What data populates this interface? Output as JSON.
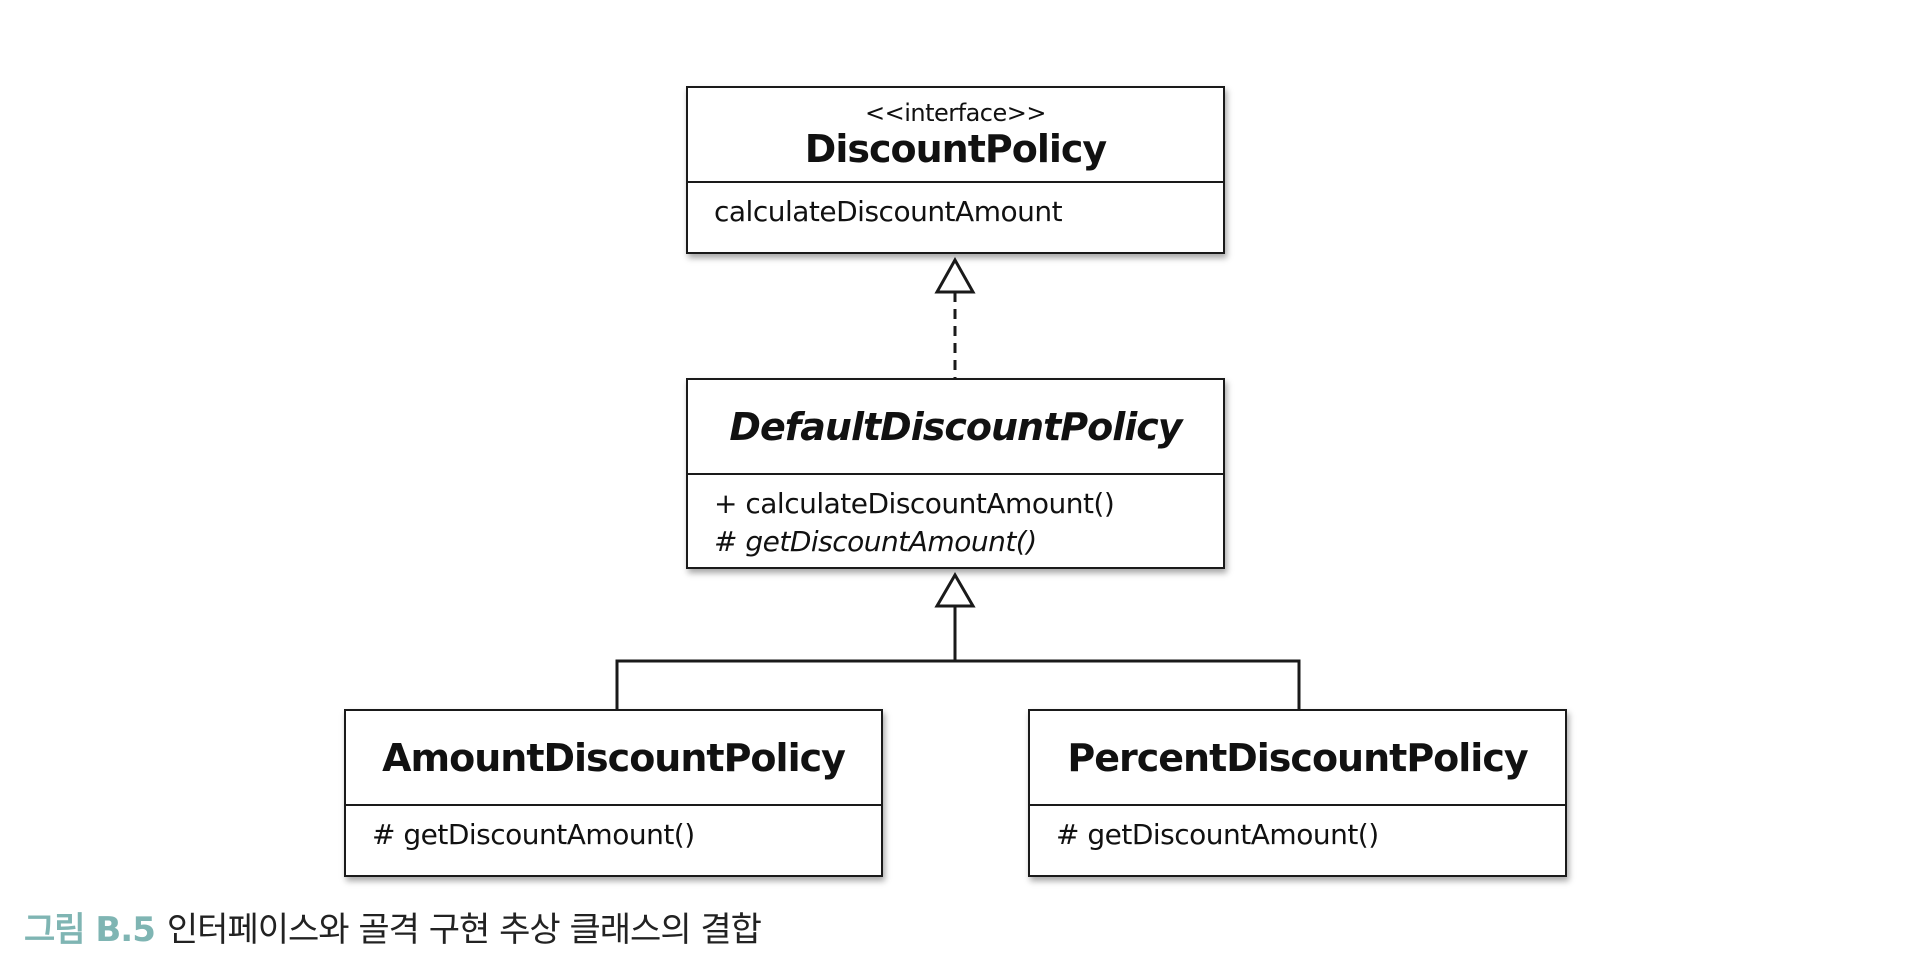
{
  "diagram": {
    "interface_box": {
      "stereotype": "<<interface>>",
      "name": "DiscountPolicy",
      "operations": [
        "calculateDiscountAmount"
      ]
    },
    "abstract_box": {
      "name": "DefaultDiscountPolicy",
      "operations": [
        "+ calculateDiscountAmount()",
        "# getDiscountAmount()"
      ]
    },
    "amount_box": {
      "name": "AmountDiscountPolicy",
      "operations": [
        "# getDiscountAmount()"
      ]
    },
    "percent_box": {
      "name": "PercentDiscountPolicy",
      "operations": [
        "# getDiscountAmount()"
      ]
    }
  },
  "caption": {
    "label": "그림 B.5",
    "text": "인터페이스와 골격 구현 추상 클래스의 결합"
  },
  "colors": {
    "line": "#1a1a1a",
    "caption_label": "#7fb5b3"
  }
}
